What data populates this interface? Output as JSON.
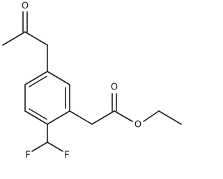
{
  "diagram": {
    "atom_labels": {
      "ketone_oxygen": "O",
      "ester_carbonyl_oxygen": "O",
      "ester_ether_oxygen": "O",
      "fluorine_left": "F",
      "fluorine_right": "F"
    }
  }
}
